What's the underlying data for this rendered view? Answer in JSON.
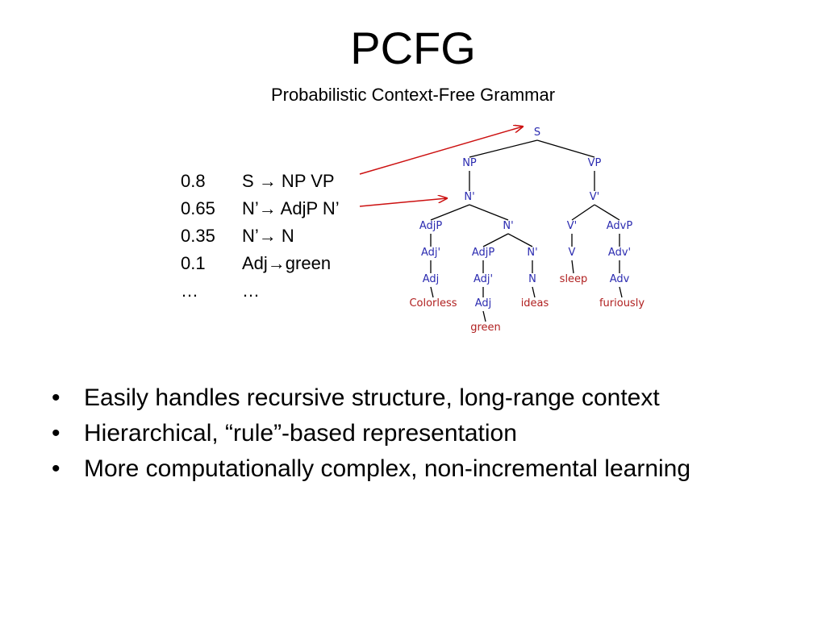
{
  "slide": {
    "title": "PCFG",
    "subtitle": "Probabilistic Context-Free Grammar"
  },
  "rules": [
    {
      "prob": "0.8",
      "lhs": "S",
      "arrow": "→",
      "rhs": " NP VP"
    },
    {
      "prob": "0.65",
      "lhs": "N’",
      "arrow": "→",
      "rhs": " AdjP N’"
    },
    {
      "prob": "0.35",
      "lhs": "N’",
      "arrow": "→",
      "rhs": " N"
    },
    {
      "prob": "0.1",
      "lhs": "Adj",
      "arrow": "→",
      "rhs": "green"
    },
    {
      "prob": "…",
      "lhs": "…",
      "arrow": "",
      "rhs": ""
    }
  ],
  "tree": {
    "colors": {
      "category": "#2b2bb0",
      "word": "#b02020",
      "edge": "#000000",
      "pointer": "#cc1010"
    },
    "nodes": [
      {
        "id": "S",
        "label": "S",
        "kind": "category"
      },
      {
        "id": "NP",
        "label": "NP",
        "kind": "category"
      },
      {
        "id": "VP",
        "label": "VP",
        "kind": "category"
      },
      {
        "id": "Nbar1",
        "label": "N'",
        "kind": "category"
      },
      {
        "id": "Vbar",
        "label": "V'",
        "kind": "category"
      },
      {
        "id": "AdjP1",
        "label": "AdjP",
        "kind": "category"
      },
      {
        "id": "Nbar2",
        "label": "N'",
        "kind": "category"
      },
      {
        "id": "Vbar2",
        "label": "V'",
        "kind": "category"
      },
      {
        "id": "AdvP",
        "label": "AdvP",
        "kind": "category"
      },
      {
        "id": "Adjbar1",
        "label": "Adj'",
        "kind": "category"
      },
      {
        "id": "AdjP2",
        "label": "AdjP",
        "kind": "category"
      },
      {
        "id": "Nbar3",
        "label": "N'",
        "kind": "category"
      },
      {
        "id": "V",
        "label": "V",
        "kind": "category"
      },
      {
        "id": "Advbar",
        "label": "Adv'",
        "kind": "category"
      },
      {
        "id": "Adj1",
        "label": "Adj",
        "kind": "category"
      },
      {
        "id": "Adjbar2",
        "label": "Adj'",
        "kind": "category"
      },
      {
        "id": "N",
        "label": "N",
        "kind": "category"
      },
      {
        "id": "sleep",
        "label": "sleep",
        "kind": "word"
      },
      {
        "id": "Adv",
        "label": "Adv",
        "kind": "category"
      },
      {
        "id": "Colorless",
        "label": "Colorless",
        "kind": "word"
      },
      {
        "id": "Adj2",
        "label": "Adj",
        "kind": "category"
      },
      {
        "id": "ideas",
        "label": "ideas",
        "kind": "word"
      },
      {
        "id": "furiously",
        "label": "furiously",
        "kind": "word"
      },
      {
        "id": "green",
        "label": "green",
        "kind": "word"
      }
    ],
    "edges": [
      [
        "S",
        "NP"
      ],
      [
        "S",
        "VP"
      ],
      [
        "NP",
        "Nbar1"
      ],
      [
        "VP",
        "Vbar"
      ],
      [
        "Nbar1",
        "AdjP1"
      ],
      [
        "Nbar1",
        "Nbar2"
      ],
      [
        "Vbar",
        "Vbar2"
      ],
      [
        "Vbar",
        "AdvP"
      ],
      [
        "AdjP1",
        "Adjbar1"
      ],
      [
        "Nbar2",
        "AdjP2"
      ],
      [
        "Nbar2",
        "Nbar3"
      ],
      [
        "Vbar2",
        "V"
      ],
      [
        "AdvP",
        "Advbar"
      ],
      [
        "Adjbar1",
        "Adj1"
      ],
      [
        "AdjP2",
        "Adjbar2"
      ],
      [
        "Nbar3",
        "N"
      ],
      [
        "V",
        "sleep"
      ],
      [
        "Advbar",
        "Adv"
      ],
      [
        "Adj1",
        "Colorless"
      ],
      [
        "Adjbar2",
        "Adj2"
      ],
      [
        "N",
        "ideas"
      ],
      [
        "Adv",
        "furiously"
      ],
      [
        "Adj2",
        "green"
      ]
    ],
    "pointers": [
      {
        "from_rule": 0,
        "to_node": "S"
      },
      {
        "from_rule": 1,
        "to_node": "Nbar1"
      }
    ]
  },
  "bullets": [
    "Easily handles recursive structure, long-range context",
    "Hierarchical, “rule”-based representation",
    "More computationally complex, non-incremental learning"
  ]
}
